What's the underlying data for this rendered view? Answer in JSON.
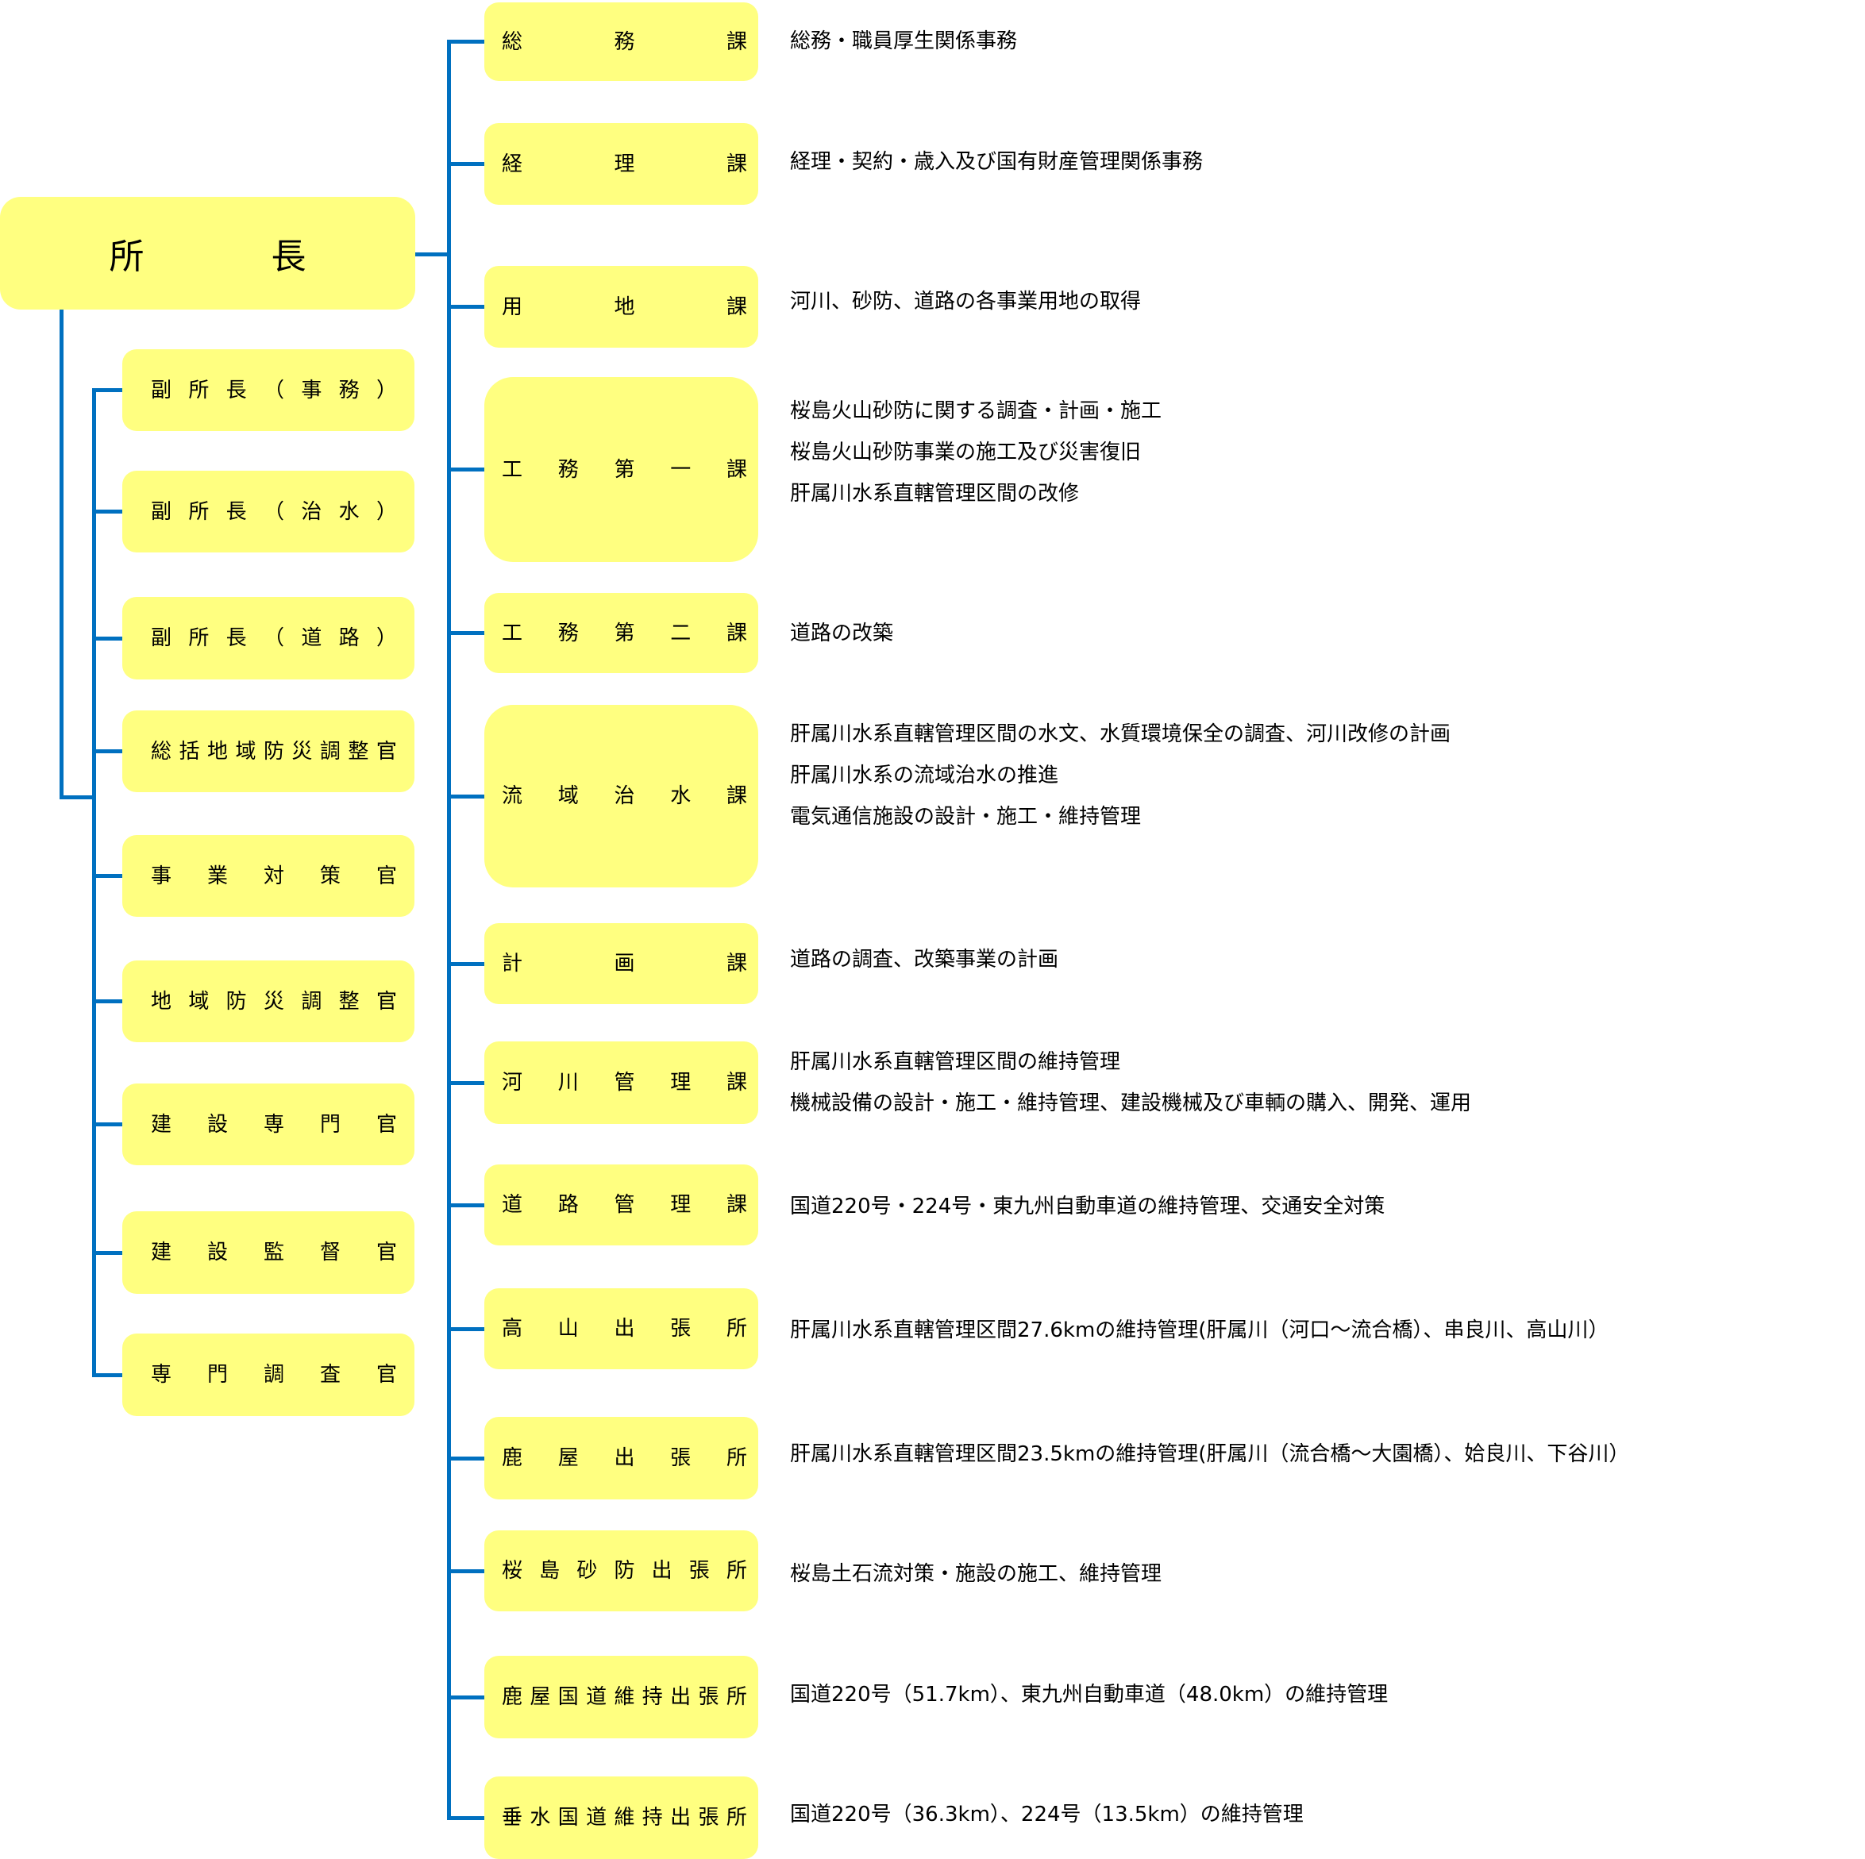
{
  "chief": "所　長",
  "deputies": [
    {
      "label": "副所長（事務）"
    },
    {
      "label": "副所長（治水）"
    },
    {
      "label": "副所長（道路）"
    },
    {
      "label": "総括地域防災調整官"
    },
    {
      "label": "事業対策官"
    },
    {
      "label": "地域防災調整官"
    },
    {
      "label": "建設専門官"
    },
    {
      "label": "建設監督官"
    },
    {
      "label": "専門調査官"
    }
  ],
  "sections": [
    {
      "label": "総務課",
      "desc": [
        "総務・職員厚生関係事務"
      ]
    },
    {
      "label": "経理課",
      "desc": [
        "経理・契約・歳入及び国有財産管理関係事務"
      ]
    },
    {
      "label": "用地課",
      "desc": [
        "河川、砂防、道路の各事業用地の取得"
      ]
    },
    {
      "label": "工務第一課",
      "desc": [
        "桜島火山砂防に関する調査・計画・施工",
        "桜島火山砂防事業の施工及び災害復旧",
        "肝属川水系直轄管理区間の改修"
      ]
    },
    {
      "label": "工務第二課",
      "desc": [
        "道路の改築"
      ]
    },
    {
      "label": "流域治水課",
      "desc": [
        "肝属川水系直轄管理区間の水文、水質環境保全の調査、河川改修の計画",
        "肝属川水系の流域治水の推進",
        "電気通信施設の設計・施工・維持管理"
      ]
    },
    {
      "label": "計画課",
      "desc": [
        "道路の調査、改築事業の計画"
      ]
    },
    {
      "label": "河川管理課",
      "desc": [
        "肝属川水系直轄管理区間の維持管理",
        "機械設備の設計・施工・維持管理、建設機械及び車輌の購入、開発、運用"
      ]
    },
    {
      "label": "道路管理課",
      "desc": [
        "国道220号・224号・東九州自動車道の維持管理、交通安全対策"
      ]
    },
    {
      "label": "高山出張所",
      "desc": [
        "肝属川水系直轄管理区間27.6kmの維持管理(肝属川（河口～流合橋）、串良川、高山川）"
      ]
    },
    {
      "label": "鹿屋出張所",
      "desc": [
        "肝属川水系直轄管理区間23.5kmの維持管理(肝属川（流合橋～大園橋）、姶良川、下谷川）"
      ]
    },
    {
      "label": "桜島砂防出張所",
      "desc": [
        "桜島土石流対策・施設の施工、維持管理"
      ]
    },
    {
      "label": "鹿屋国道維持出張所",
      "desc": [
        "国道220号（51.7km）、東九州自動車道（48.0km）の維持管理"
      ]
    },
    {
      "label": "垂水国道維持出張所",
      "desc": [
        "国道220号（36.3km）、224号（13.5km）の維持管理"
      ]
    }
  ]
}
